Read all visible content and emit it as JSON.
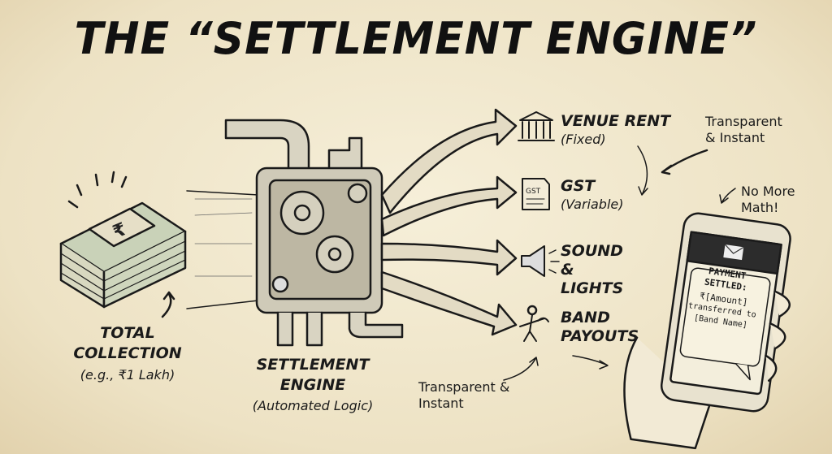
{
  "title": "THE “SETTLEMENT ENGINE”",
  "source": {
    "label": "TOTAL COLLECTION",
    "sub": "(e.g., ₹1 Lakh)"
  },
  "engine": {
    "label": "SETTLEMENT ENGINE",
    "sub": "(Automated Logic)"
  },
  "outputs": [
    {
      "label": "VENUE RENT",
      "sub": "(Fixed)",
      "icon": "bank-icon"
    },
    {
      "label": "GST",
      "sub": "(Variable)",
      "icon": "document-icon",
      "icon_text": "GST"
    },
    {
      "label": "SOUND & LIGHTS",
      "sub": "",
      "icon": "megaphone-icon"
    },
    {
      "label": "BAND PAYOUTS",
      "sub": "",
      "icon": "guitarist-icon"
    }
  ],
  "notes": {
    "top_right": "Transparent & Instant",
    "bottom": "Transparent & Instant",
    "phone_note": "No More Math!"
  },
  "phone": {
    "title": "PAYMENT SETTLED:",
    "amount": "₹[Amount]",
    "line2": "transferred to",
    "line3": "[Band Name]"
  },
  "money_symbol": "₹"
}
